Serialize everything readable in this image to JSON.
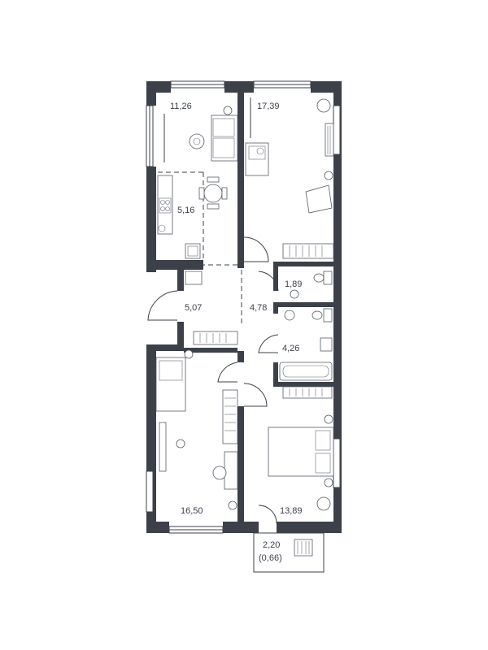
{
  "rooms": {
    "kitchen_living": {
      "area": "11,26"
    },
    "kitchen": {
      "area": "5,16"
    },
    "bedroom_top": {
      "area": "17,39"
    },
    "bathroom_small": {
      "area": "1,89"
    },
    "hall": {
      "area": "5,07"
    },
    "corridor": {
      "area": "4,78"
    },
    "bathroom": {
      "area": "4,26"
    },
    "bedroom_left": {
      "area": "16,50"
    },
    "bedroom_right": {
      "area": "13,89"
    },
    "balcony": {
      "area": "2,20",
      "reduced_area": "(0,66)"
    }
  },
  "colors": {
    "wall": "#3b4049",
    "label": "#3a3f4a",
    "background": "#ffffff"
  }
}
